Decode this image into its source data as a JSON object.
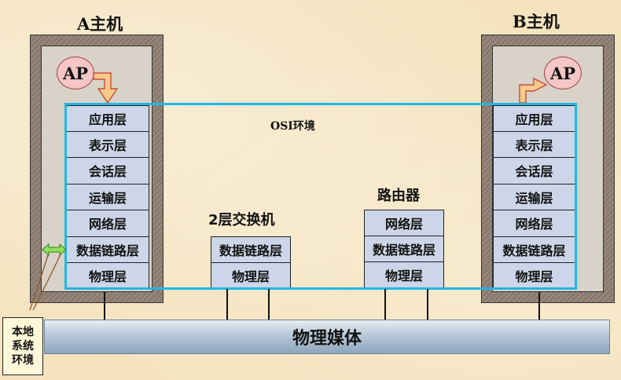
{
  "host_a": {
    "title": "A主机",
    "ap": "AP",
    "layers": [
      "应用层",
      "表示层",
      "会话层",
      "运输层",
      "网络层",
      "数据链路层",
      "物理层"
    ]
  },
  "host_b": {
    "title": "B主机",
    "ap": "AP",
    "layers": [
      "应用层",
      "表示层",
      "会话层",
      "运输层",
      "网络层",
      "数据链路层",
      "物理层"
    ]
  },
  "switch": {
    "title": "2层交换机",
    "layers": [
      "数据链路层",
      "物理层"
    ]
  },
  "router": {
    "title": "路由器",
    "layers": [
      "网络层",
      "数据链路层",
      "物理层"
    ]
  },
  "osi_label": "OSI环境",
  "medium_label": "物理媒体",
  "local_env_label": "本地系统环境",
  "colors": {
    "osi_border": "#22b6e6",
    "layer_fill": "#cdd6e8",
    "ap_fill": "#f4c6c6",
    "arrow_fill": "#f7c98a",
    "host_frame": "#8f7e72",
    "double_arrow": "#8ee05a"
  }
}
